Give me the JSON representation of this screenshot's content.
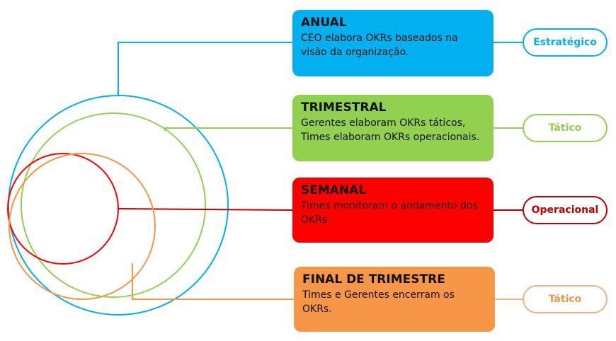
{
  "colors": {
    "anual": "#03b0ef",
    "trimestral": "#92d050",
    "semanal": "#ff0000",
    "final": "#f79646",
    "connector_final": "#f4b183",
    "connector_semanal": "#c00000"
  },
  "cards": {
    "anual": {
      "title": "ANUAL",
      "text": "CEO elabora OKRs baseados na visão da organização.",
      "tag": "Estratégico"
    },
    "trimestral": {
      "title": "TRIMESTRAL",
      "text": "Gerentes elaboram OKRs táticos, Times elaboram OKRs operacionais.",
      "tag": "Tático"
    },
    "semanal": {
      "title": "SEMANAL",
      "text": "Times monitoram o andamento dos OKRs.",
      "tag": "Operacional"
    },
    "final": {
      "title": "FINAL DE TRIMESTRE",
      "text": "Times e Gerentes encerram os OKRs.",
      "tag": "Tático"
    }
  }
}
